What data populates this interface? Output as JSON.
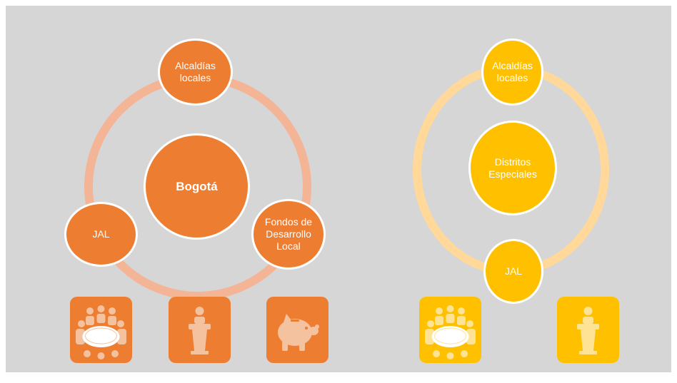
{
  "colors": {
    "panel_bg": "#d6d6d6",
    "orange": "#ed7d31",
    "orange_ring": "#f4b596",
    "yellow": "#ffc000",
    "yellow_ring": "#ffd89a",
    "icon_light_orange": "#f4c29f",
    "icon_light_yellow": "#ffe394",
    "node_border": "#ffffff"
  },
  "bogota": {
    "center_label": "Bogotá",
    "nodes": {
      "alcaldias": "Alcaldías\nlocales",
      "jal": "JAL",
      "fondos": "Fondos de\nDesarrollo\nLocal"
    },
    "icons": [
      "meeting-table-icon",
      "podium-speaker-icon",
      "piggy-bank-icon"
    ]
  },
  "distritos": {
    "center_label": "Distritos\nEspeciales",
    "nodes": {
      "alcaldias": "Alcaldías\nlocales",
      "jal": "JAL"
    },
    "icons": [
      "meeting-table-icon",
      "podium-speaker-icon"
    ]
  }
}
